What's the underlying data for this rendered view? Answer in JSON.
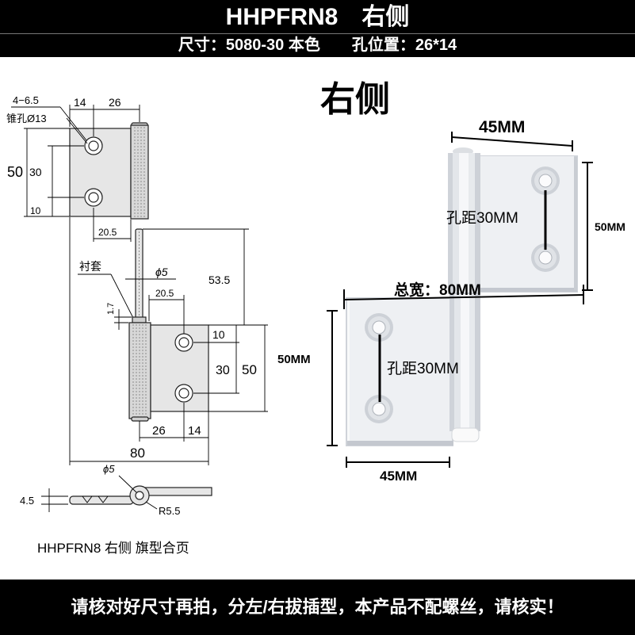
{
  "header": {
    "title": "HHPFRN8　右侧",
    "spec": "尺寸：5080-30 本色　　孔位置：26*14"
  },
  "drawing": {
    "hole_spec": "4−6.5",
    "countersink": "锥孔Ø13",
    "top_leaf": {
      "hole_x": "14",
      "hole_to_pin": "26",
      "height": "50",
      "pitch": "30",
      "edge": "10",
      "offset": "20.5"
    },
    "pin": {
      "bushing": "衬套",
      "diameter": "ϕ5",
      "length": "53.5",
      "bushing_height": "1.7"
    },
    "bottom_leaf": {
      "offset": "20.5",
      "edge": "10",
      "pitch": "30",
      "height": "50",
      "pin_to_hole": "26",
      "hole_x": "14",
      "total_width": "80"
    },
    "side_view": {
      "diameter": "ϕ5",
      "thickness": "4.5",
      "radius": "R5.5"
    },
    "caption": "HHPFRN8 右侧 旗型合页"
  },
  "photo": {
    "side_label": "右侧",
    "upper_width": "45MM",
    "upper_height": "50MM",
    "upper_pitch": "孔距30MM",
    "total_width": "总宽：80MM",
    "lower_height": "50MM",
    "lower_pitch": "孔距30MM",
    "lower_width": "45MM"
  },
  "footer": {
    "notice": "请核对好尺寸再拍，分左/右拔插型，本产品不配螺丝，请核实！"
  },
  "colors": {
    "banner": "#000000",
    "banner_text": "#ffffff",
    "metal_face": "#eef0f3",
    "metal_edge": "#c9cdd3"
  }
}
